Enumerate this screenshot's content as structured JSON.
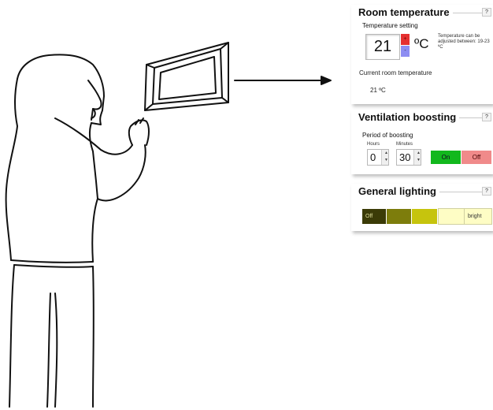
{
  "room_temperature": {
    "title": "Room temperature",
    "help": "?",
    "setting_label": "Temperature setting",
    "setting_value": "21",
    "increase_label": "+",
    "decrease_label": "-",
    "unit": "ºC",
    "note": "Temperature can be adjusted between: 19-23 ºC",
    "current_label": "Current room temperature",
    "current_value": "21 ºC"
  },
  "ventilation_boosting": {
    "title": "Ventilation boosting",
    "help": "?",
    "period_label": "Period of boosting",
    "hours_label": "Hours",
    "hours_value": "0",
    "minutes_label": "Minutes",
    "minutes_value": "30",
    "on_label": "On",
    "off_label": "Off"
  },
  "general_lighting": {
    "title": "General lighting",
    "help": "?",
    "off_label": "Off",
    "bright_label": "bright",
    "colors": [
      "#3b3b07",
      "#7d7d0c",
      "#c6c40d",
      "#fefdc5",
      "#fefdc5"
    ]
  },
  "colors": {
    "increase": "#e53030",
    "decrease": "#8d8df2",
    "on": "#12b81d",
    "off": "#f08a8a"
  },
  "icons": [
    "person-sketch",
    "window-sketch",
    "arrow-right"
  ]
}
